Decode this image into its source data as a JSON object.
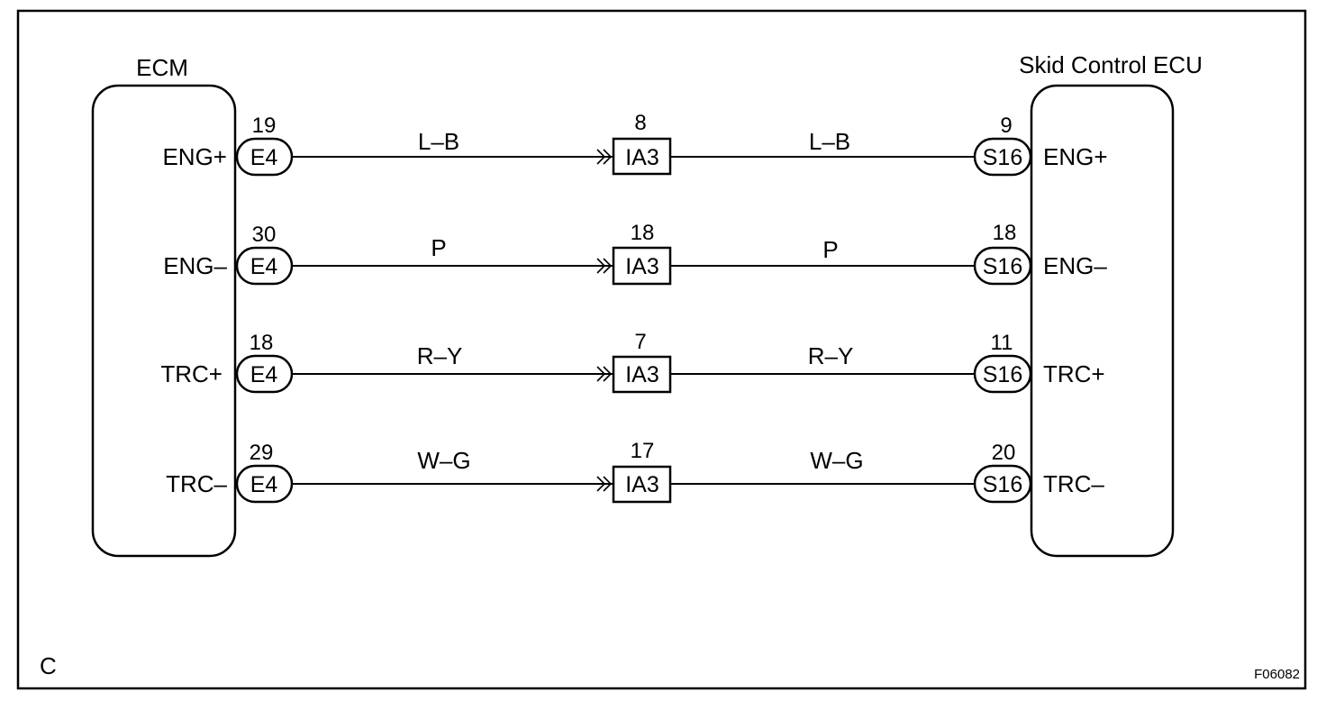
{
  "ecm": {
    "title": "ECM",
    "connector": "E4",
    "terminals": [
      "ENG+",
      "ENG–",
      "TRC+",
      "TRC–"
    ],
    "pins": [
      "19",
      "30",
      "18",
      "29"
    ]
  },
  "skid": {
    "title": "Skid Control ECU",
    "connector": "S16",
    "terminals": [
      "ENG+",
      "ENG–",
      "TRC+",
      "TRC–"
    ],
    "pins": [
      "9",
      "18",
      "11",
      "20"
    ]
  },
  "junction": {
    "connector": "IA3",
    "pins": [
      "8",
      "18",
      "7",
      "17"
    ]
  },
  "wires": [
    "L–B",
    "P",
    "R–Y",
    "W–G"
  ],
  "corner_label": "C",
  "figure_code": "F06082"
}
